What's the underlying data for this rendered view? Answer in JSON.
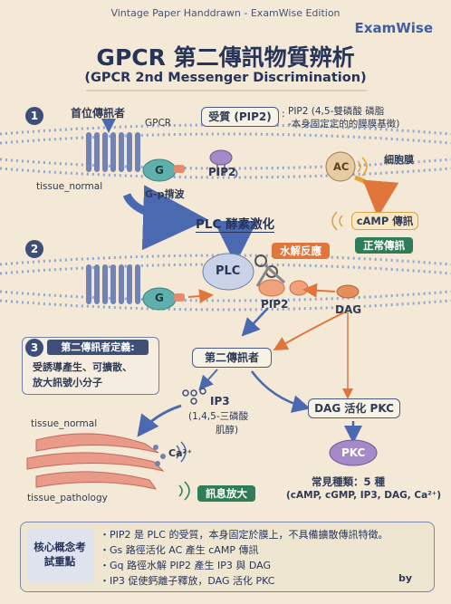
{
  "header": {
    "edition": "Vintage Paper Handdrawn - ExamWise Edition",
    "brand": "ExamWise",
    "title": "GPCR 第二傳訊物質辨析",
    "subtitle": "(GPCR 2nd Messenger Discrimination)"
  },
  "step1": {
    "number": "1",
    "first_messenger": "首位傳訊者",
    "gpcr": "GPCR",
    "g_protein": "G",
    "gp_shuttle": "G-p揹波",
    "receptor_label": "受質 (PIP2)",
    "pip2": "PIP2",
    "pip2_note_line1": "PIP2 (4,5-雙磷酸 磷脂",
    "pip2_note_line2": "-本身固定定的的膜膜基徵)",
    "ac": "AC",
    "membrane": "細胞膜",
    "camp": "cAMP 傳訊",
    "normal_signal": "正常傳訊",
    "tissue_normal": "tissue_normal",
    "plc_activation": "PLC 酵素激化"
  },
  "step2": {
    "number": "2",
    "plc": "PLC",
    "g_protein": "G",
    "hydrolysis": "水解反應",
    "pip2": "PIP2",
    "dag": "DAG"
  },
  "step3": {
    "number": "3",
    "definition_title": "第二傳訊者定義:",
    "definition_line1": "受誘導產生、可擴散、",
    "definition_line2": "放大訊號小分子",
    "second_messenger": "第二傳訊者",
    "ip3": "IP3",
    "ip3_note_line1": "(1,4,5-三磷酸",
    "ip3_note_line2": "肌醇)",
    "dag_pkc": "DAG 活化 PKC",
    "pkc": "PKC",
    "tissue_normal": "tissue_normal",
    "tissue_pathology": "tissue_pathology",
    "ca": "Ca²⁺",
    "amplification": "訊息放大",
    "common_types": "常見種類：5 種",
    "types_list": "(cAMP, cGMP, IP3, DAG, Ca²⁺)"
  },
  "core": {
    "title": "核心概念考試重點",
    "points": [
      "・PIP2 是 PLC 的受質，本身固定於膜上，不具備擴散傳訊特徵。",
      "・Gs 路徑活化 AC 產生 cAMP 傳訊",
      "・Gq 路徑水解 PIP2 產生 IP3 與 DAG",
      "・IP3 促使鈣離子釋放，DAG 活化 PKC"
    ],
    "by": "by"
  },
  "colors": {
    "background": "#f3e9d6",
    "navy": "#27345a",
    "orange": "#e0763b",
    "green": "#2f7d57",
    "g_protein": "#5fb0ad",
    "pip2": "#a48bc8",
    "plc": "#c9d2e6"
  },
  "icons": {
    "scissors": "scissors-icon",
    "banana": "banana-icon"
  }
}
